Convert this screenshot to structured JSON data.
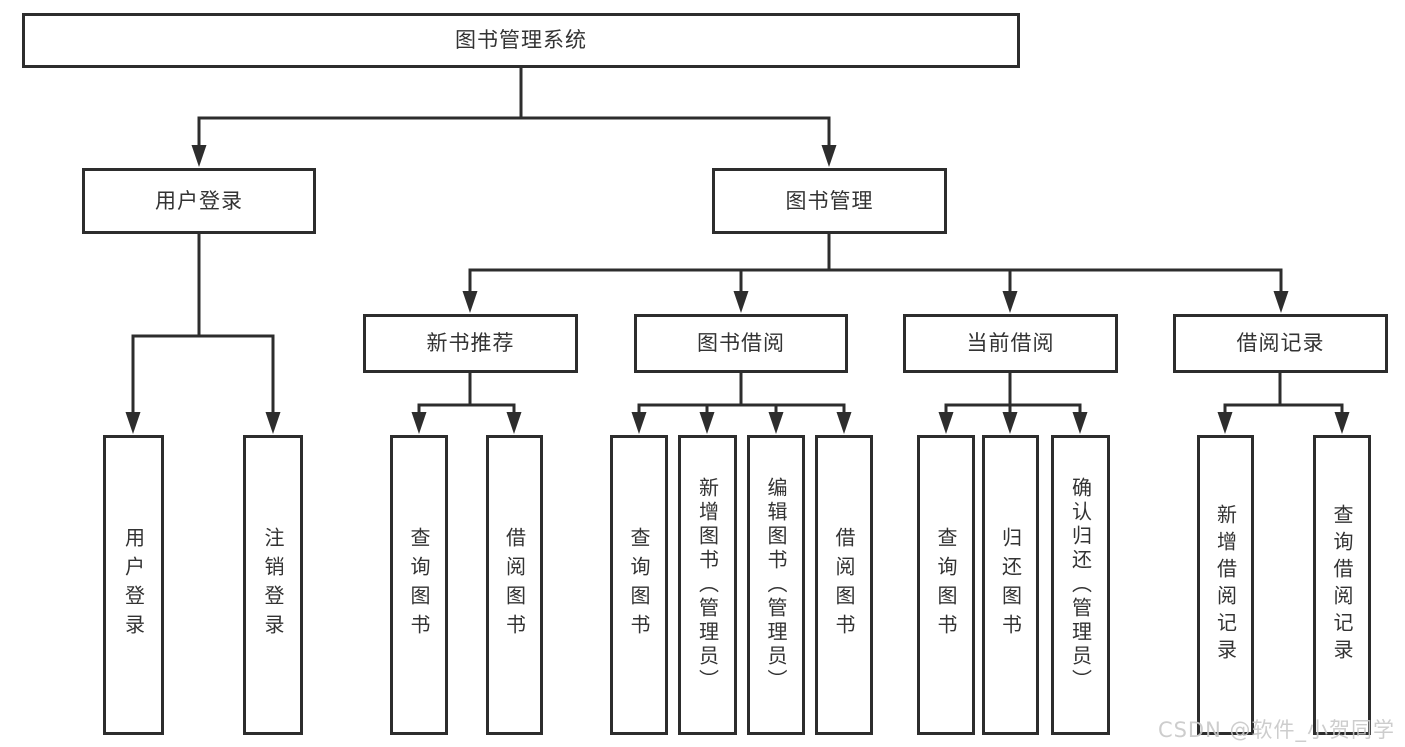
{
  "diagram": {
    "root": {
      "label": "图书管理系统"
    },
    "level2": {
      "user_login": {
        "label": "用户登录"
      },
      "book_management": {
        "label": "图书管理"
      }
    },
    "level3": {
      "new_book_recommend": {
        "label": "新书推荐"
      },
      "book_borrowing": {
        "label": "图书借阅"
      },
      "current_borrowing": {
        "label": "当前借阅"
      },
      "borrowing_records": {
        "label": "借阅记录"
      }
    },
    "leaves": {
      "user_login": {
        "label": "用户登录"
      },
      "logout": {
        "label": "注销登录"
      },
      "nb_query_books": {
        "label": "查询图书"
      },
      "nb_borrow_books": {
        "label": "借阅图书"
      },
      "bb_query_books": {
        "label": "查询图书"
      },
      "bb_add_books": {
        "label": "新增图书（管理员）"
      },
      "bb_edit_books": {
        "label": "编辑图书（管理员）"
      },
      "bb_borrow_books": {
        "label": "借阅图书"
      },
      "cb_query_books": {
        "label": "查询图书"
      },
      "cb_return_books": {
        "label": "归还图书"
      },
      "cb_confirm_return": {
        "label": "确认归还（管理员）"
      },
      "br_add_record": {
        "label": "新增借阅记录"
      },
      "br_query_record": {
        "label": "查询借阅记录"
      }
    }
  },
  "watermark": {
    "text": "CSDN @软件_小贺同学",
    "color": "#c8c8c8"
  },
  "colors": {
    "line": "#2d2d2d",
    "text": "#333333",
    "background": "#ffffff"
  }
}
